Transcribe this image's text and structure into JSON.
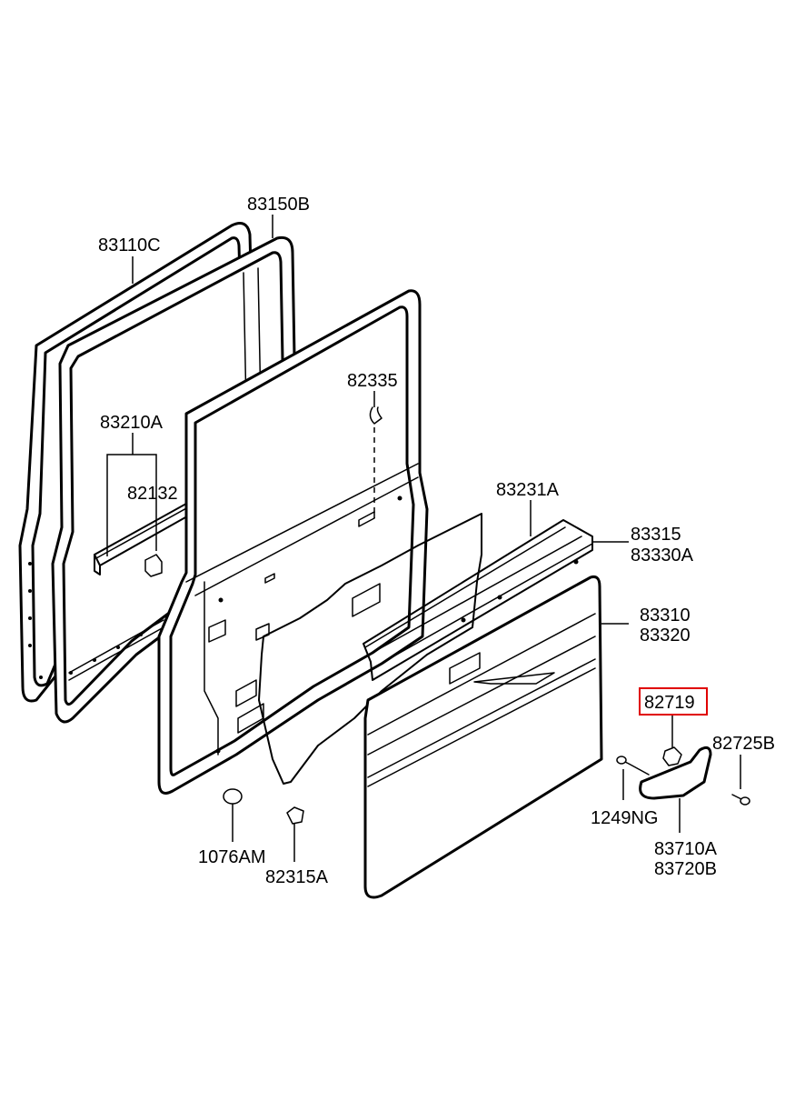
{
  "labels": {
    "p83110C": "83110C",
    "p83150B": "83150B",
    "p82335": "82335",
    "p83210A": "83210A",
    "p82132": "82132",
    "p83231A": "83231A",
    "p83315": "83315",
    "p83330A": "83330A",
    "p83310": "83310",
    "p83320": "83320",
    "p82719": "82719",
    "p82725B": "82725B",
    "p1249NG": "1249NG",
    "p83710A": "83710A",
    "p83720B": "83720B",
    "p1076AM": "1076AM",
    "p82315A": "82315A"
  },
  "highlight": {
    "part": "82719",
    "color": "#e00000"
  }
}
